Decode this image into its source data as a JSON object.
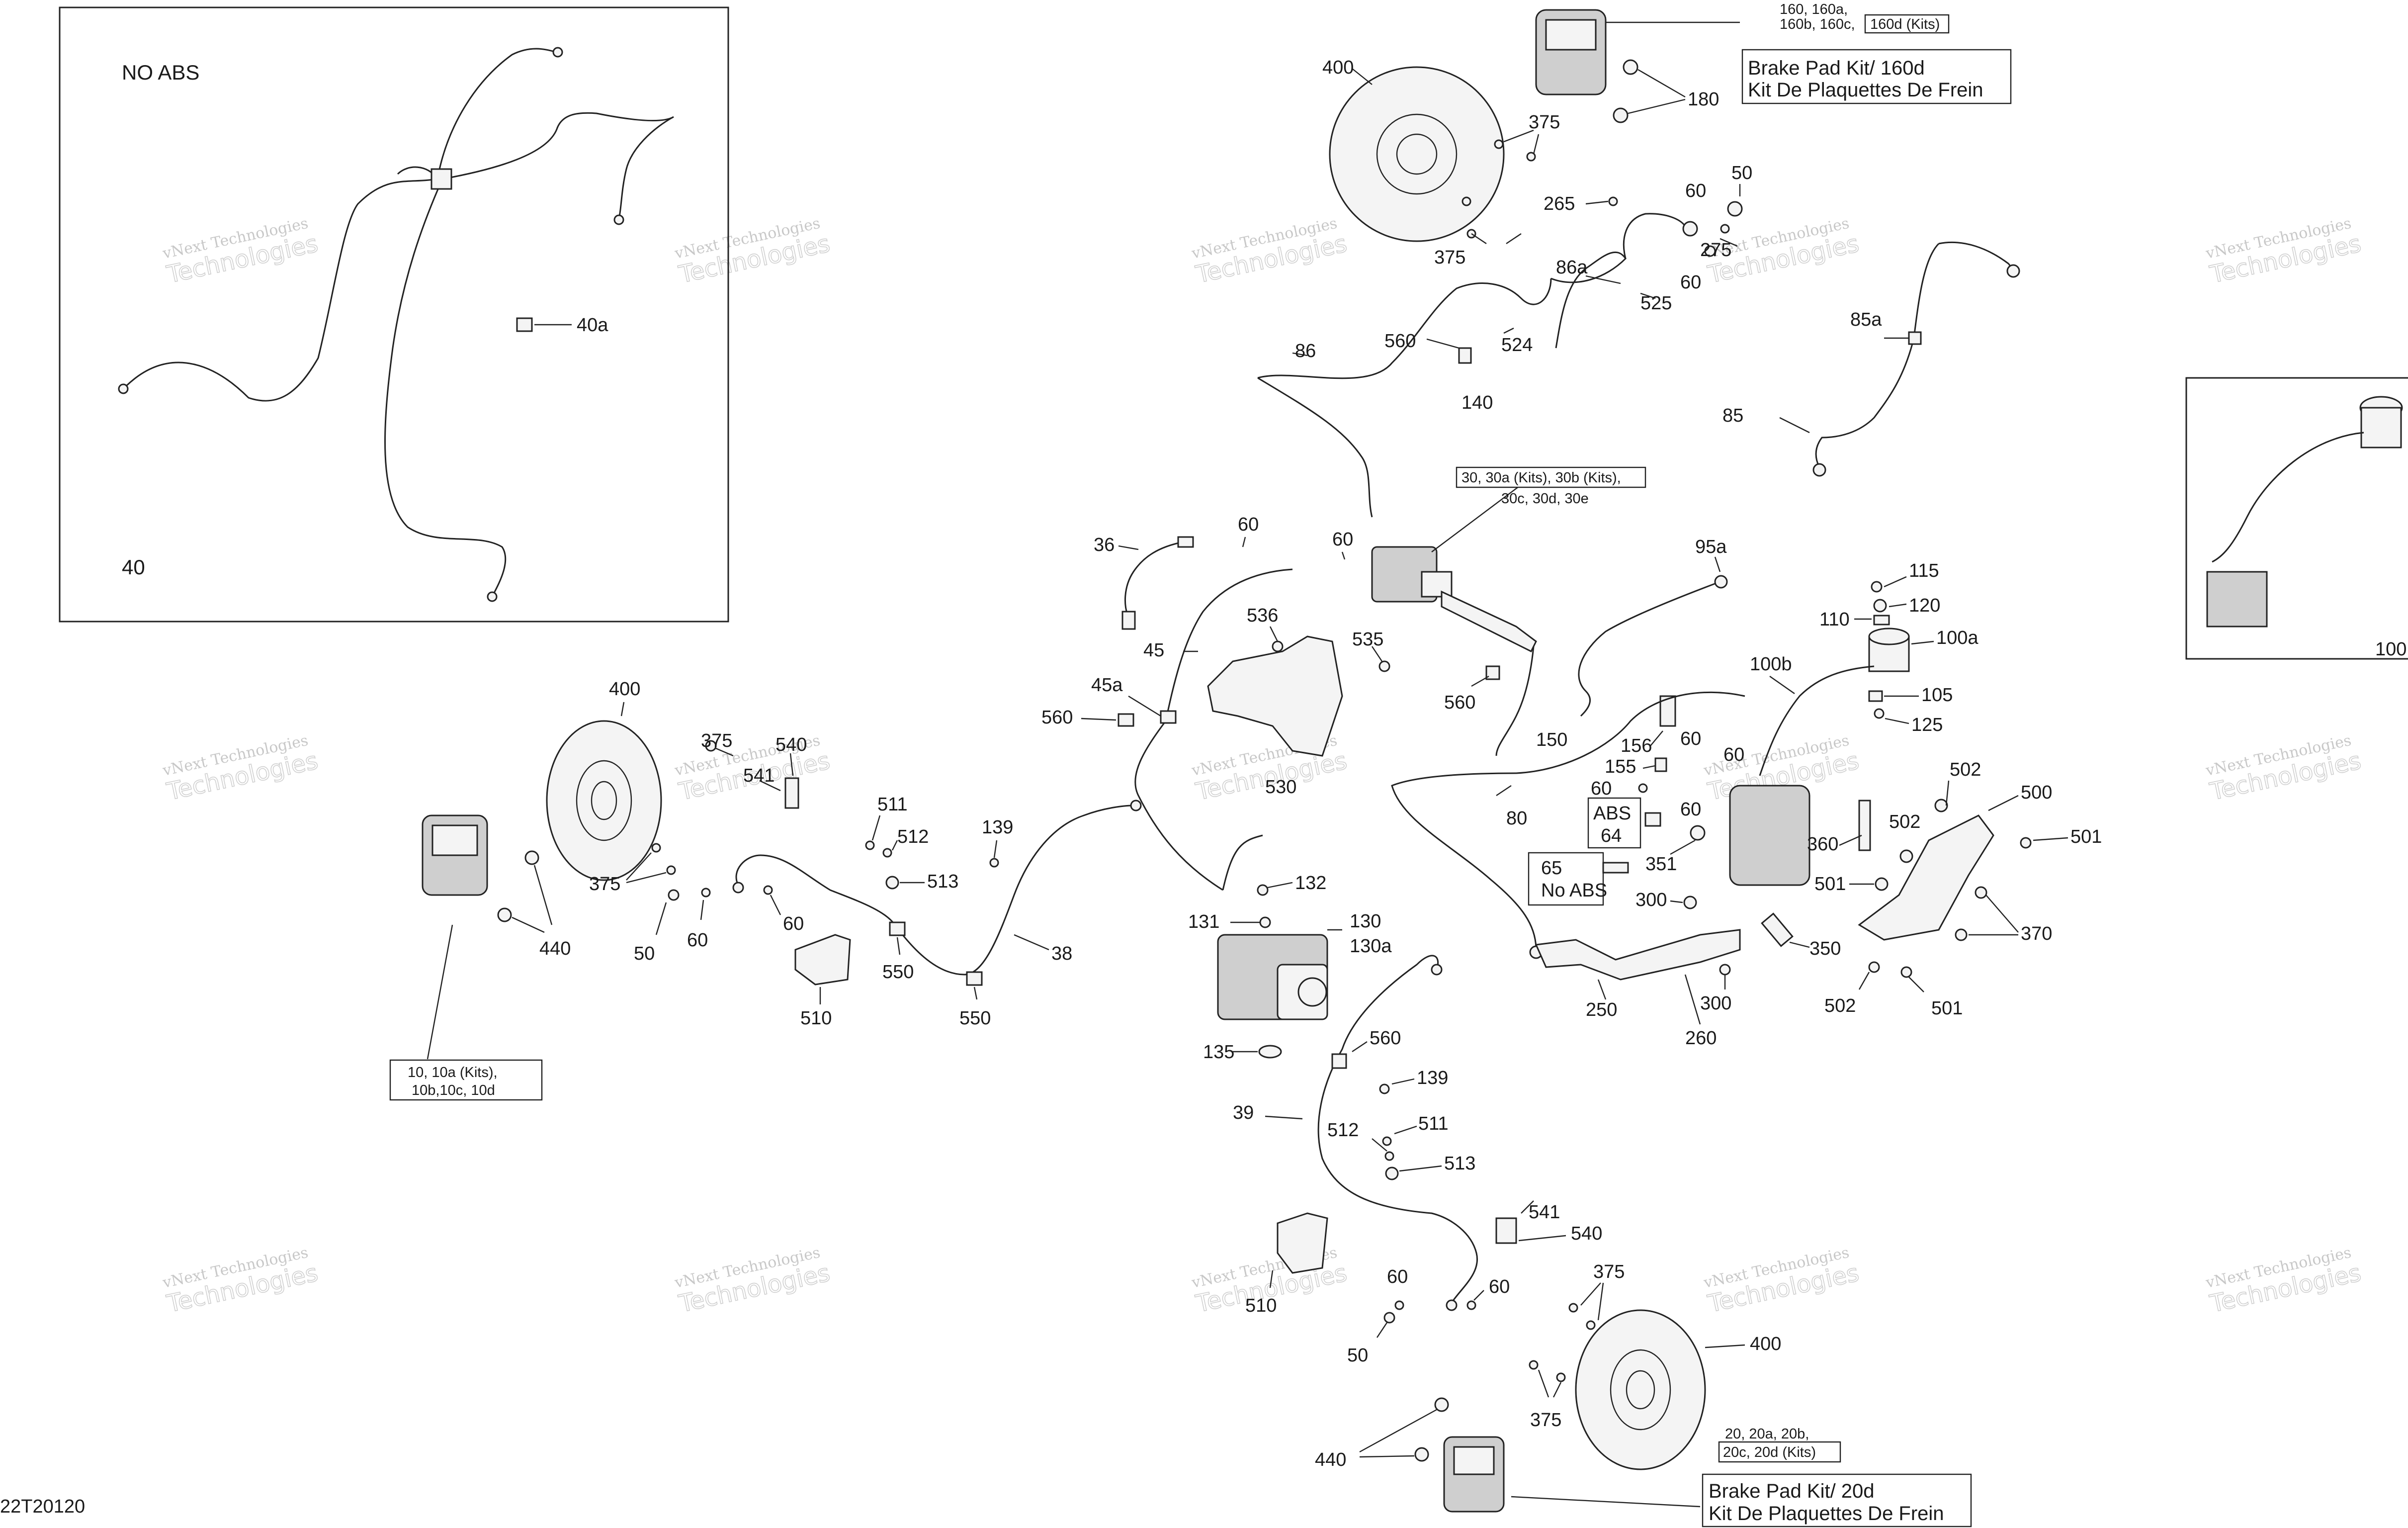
{
  "diagram_id": "22T20120",
  "inset": {
    "heading": "NO ABS",
    "part": "40",
    "part_clip": "40a"
  },
  "watermark": {
    "line1": "vNext Technologies",
    "line2": "Technologies"
  },
  "callouts": {
    "c400a": "400",
    "c375a": "375",
    "c180": "180",
    "c375b": "375",
    "c265": "265",
    "c60a": "60",
    "c50a": "50",
    "c275": "275",
    "c86a": "86a",
    "c60b": "60",
    "c525": "525",
    "c86": "86",
    "c560a": "560",
    "c524": "524",
    "c140": "140",
    "c85a": "85a",
    "c85": "85",
    "c36": "36",
    "c60c": "60",
    "c60d": "60",
    "c95a": "95a",
    "c115": "115",
    "c120": "120",
    "c110": "110",
    "c100a": "100a",
    "c100b": "100b",
    "c105": "105",
    "c125": "125",
    "c45": "45",
    "c536": "536",
    "c535": "535",
    "c560b": "560",
    "c45a": "45a",
    "c560c": "560",
    "c150": "150",
    "c156": "156",
    "c155": "155",
    "c60e": "60",
    "c60f": "60",
    "c60g": "60",
    "c60h": "60",
    "c530": "530",
    "c80": "80",
    "c502a": "502",
    "c500": "500",
    "c501a": "501",
    "c502b": "502",
    "c360": "360",
    "c501b": "501",
    "c351": "351",
    "c300a": "300",
    "c370": "370",
    "c350": "350",
    "c502c": "502",
    "c501c": "501",
    "c250": "250",
    "c300b": "300",
    "c260": "260",
    "c400b": "400",
    "c375c": "375",
    "c540a": "540",
    "c541a": "541",
    "c511a": "511",
    "c512a": "512",
    "c513a": "513",
    "c139a": "139",
    "c440a": "440",
    "c50b": "50",
    "c60i": "60",
    "c60j": "60",
    "c510a": "510",
    "c550a": "550",
    "c550b": "550",
    "c38": "38",
    "c131": "131",
    "c132": "132",
    "c130": "130",
    "c130a": "130a",
    "c135": "135",
    "c560d": "560",
    "c139b": "139",
    "c39": "39",
    "c512b": "512",
    "c511b": "511",
    "c513b": "513",
    "c541b": "541",
    "c540b": "540",
    "c510b": "510",
    "c60k": "60",
    "c60l": "60",
    "c50c": "50",
    "c375d": "375",
    "c375e": "375",
    "c400c": "400",
    "c440b": "440",
    "c100": "100"
  },
  "labels": {
    "front_right_kits_line1": "160, 160a,",
    "front_right_kits_line2": "160b, 160c,",
    "front_right_kits_boxed": "160d (Kits)",
    "brake_pad_kit_front_line1": "Brake Pad Kit/ 160d",
    "brake_pad_kit_front_line2": "Kit De Plaquettes De Frein",
    "master_cyl_kits_line1": "30, 30a (Kits), 30b (Kits),",
    "master_cyl_kits_line2": "30c, 30d, 30e",
    "abs_label": "ABS",
    "abs_part": "64",
    "no_abs_part": "65",
    "no_abs_label": "No ABS",
    "left_caliper_kits_line1": "10, 10a (Kits),",
    "left_caliper_kits_line2": "10b,10c, 10d",
    "rear_caliper_kits_line1": "20, 20a, 20b,",
    "rear_caliper_kits_line2": "20c, 20d (Kits)",
    "brake_pad_kit_rear_line1": "Brake Pad Kit/ 20d",
    "brake_pad_kit_rear_line2": "Kit De Plaquettes De Frein"
  }
}
